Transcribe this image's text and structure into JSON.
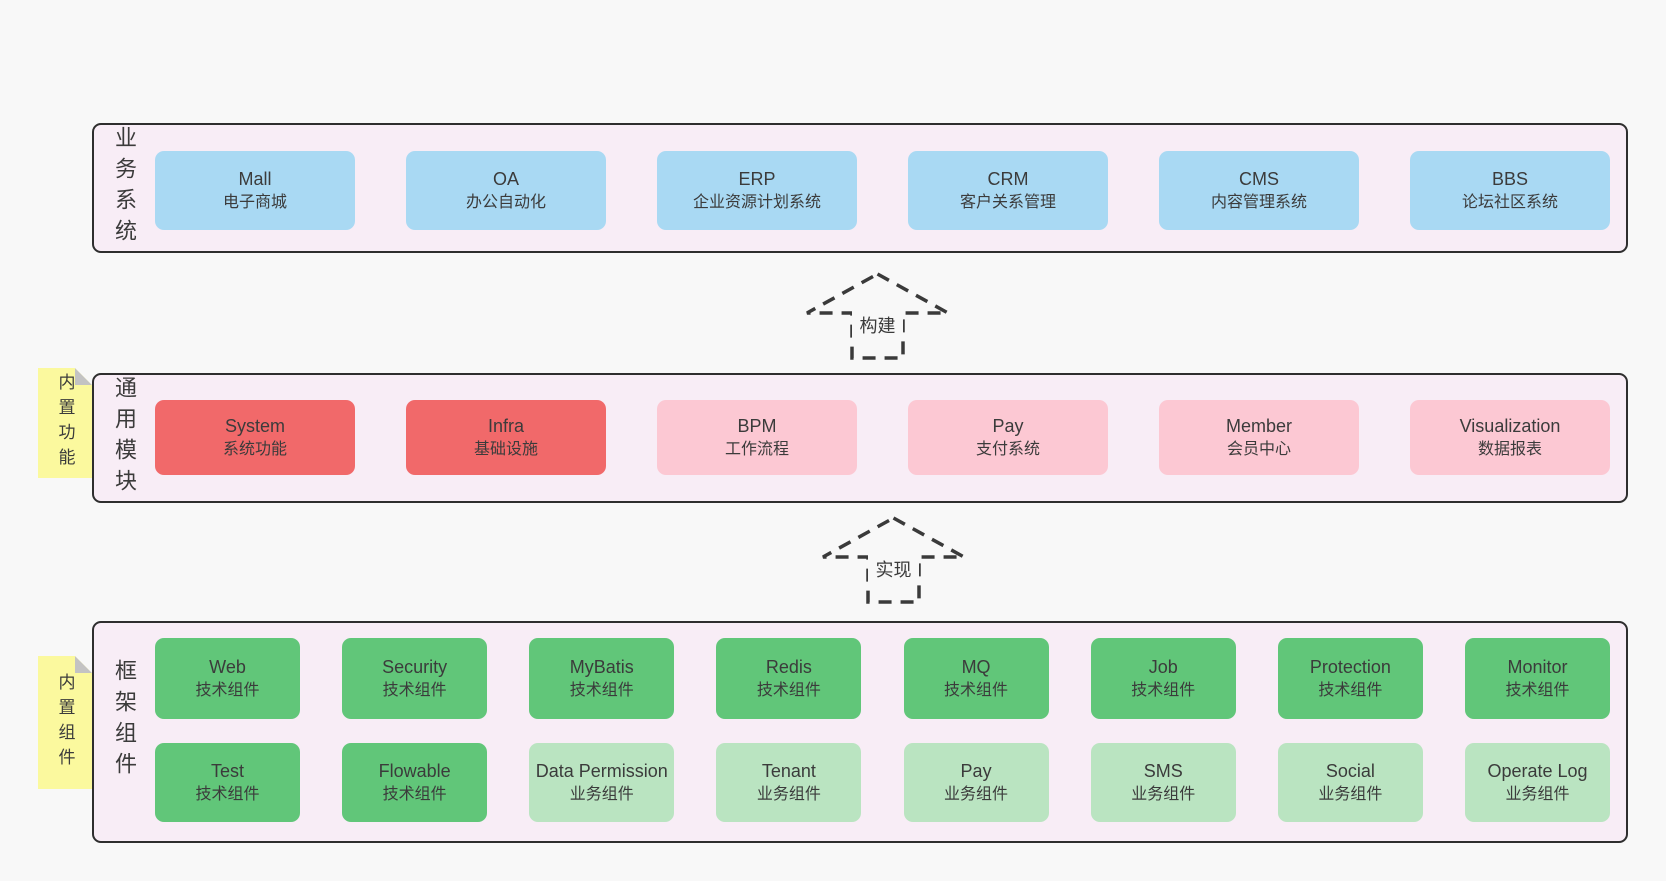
{
  "colors": {
    "page-bg": "#f8f8f8",
    "band-bg": "#f8edf6",
    "band-border": "#2e2e2e",
    "blue": "#a9d9f3",
    "red": "#f1696a",
    "pink": "#fcc8d3",
    "green": "#61c679",
    "green-light": "#bae4c1",
    "sticky-yellow": "#fbf99e",
    "fold-gray": "#c3c3c3",
    "text": "#3b3b3b",
    "arrow": "#3a3a3a"
  },
  "bands": {
    "business": {
      "label": "业务系统",
      "boxes": [
        {
          "name": "Mall",
          "sub": "电子商城",
          "variant": "blue"
        },
        {
          "name": "OA",
          "sub": "办公自动化",
          "variant": "blue"
        },
        {
          "name": "ERP",
          "sub": "企业资源计划系统",
          "variant": "blue"
        },
        {
          "name": "CRM",
          "sub": "客户关系管理",
          "variant": "blue"
        },
        {
          "name": "CMS",
          "sub": "内容管理系统",
          "variant": "blue"
        },
        {
          "name": "BBS",
          "sub": "论坛社区系统",
          "variant": "blue"
        }
      ]
    },
    "modules": {
      "label": "通用模块",
      "sticky": "内置功能",
      "boxes": [
        {
          "name": "System",
          "sub": "系统功能",
          "variant": "red"
        },
        {
          "name": "Infra",
          "sub": "基础设施",
          "variant": "red"
        },
        {
          "name": "BPM",
          "sub": "工作流程",
          "variant": "pink"
        },
        {
          "name": "Pay",
          "sub": "支付系统",
          "variant": "pink"
        },
        {
          "name": "Member",
          "sub": "会员中心",
          "variant": "pink"
        },
        {
          "name": "Visualization",
          "sub": "数据报表",
          "variant": "pink"
        }
      ]
    },
    "components": {
      "label": "框架组件",
      "sticky": "内置组件",
      "row1": [
        {
          "name": "Web",
          "sub": "技术组件",
          "variant": "green"
        },
        {
          "name": "Security",
          "sub": "技术组件",
          "variant": "green"
        },
        {
          "name": "MyBatis",
          "sub": "技术组件",
          "variant": "green"
        },
        {
          "name": "Redis",
          "sub": "技术组件",
          "variant": "green"
        },
        {
          "name": "MQ",
          "sub": "技术组件",
          "variant": "green"
        },
        {
          "name": "Job",
          "sub": "技术组件",
          "variant": "green"
        },
        {
          "name": "Protection",
          "sub": "技术组件",
          "variant": "green"
        },
        {
          "name": "Monitor",
          "sub": "技术组件",
          "variant": "green"
        }
      ],
      "row2": [
        {
          "name": "Test",
          "sub": "技术组件",
          "variant": "green"
        },
        {
          "name": "Flowable",
          "sub": "技术组件",
          "variant": "green"
        },
        {
          "name": "Data Permission",
          "sub": "业务组件",
          "variant": "green-light"
        },
        {
          "name": "Tenant",
          "sub": "业务组件",
          "variant": "green-light"
        },
        {
          "name": "Pay",
          "sub": "业务组件",
          "variant": "green-light"
        },
        {
          "name": "SMS",
          "sub": "业务组件",
          "variant": "green-light"
        },
        {
          "name": "Social",
          "sub": "业务组件",
          "variant": "green-light"
        },
        {
          "name": "Operate Log",
          "sub": "业务组件",
          "variant": "green-light"
        }
      ]
    }
  },
  "arrows": [
    {
      "label": "构建"
    },
    {
      "label": "实现"
    }
  ]
}
